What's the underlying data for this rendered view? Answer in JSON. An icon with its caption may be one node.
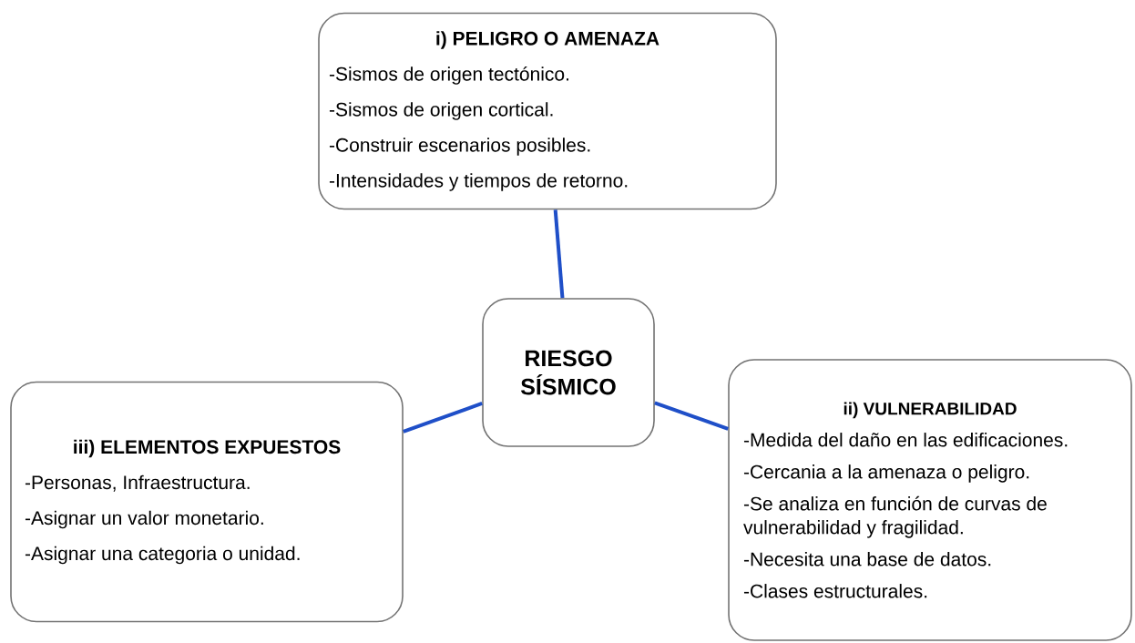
{
  "diagram": {
    "nodes": [
      {
        "text": [
          "i) PELIGRO O AMENAZA",
          "-Sismos de origen tectónico.",
          "-Sismos de origen cortical.",
          "-Construir escenarios posibles.",
          "-Intensidades y tiempos de retorno."
        ]
      },
      {
        "text": [
          "RIESGO SÍSMICO"
        ]
      },
      {
        "text": [
          "ii) VULNERABILIDAD",
          "-Medida del daño en las edificaciones.",
          "-Cercania a la amenaza o peligro.",
          "-Se analiza en función de curvas de vulnerabilidad y fragilidad.",
          "-Necesita una base de datos.",
          "-Clases estructurales."
        ]
      },
      {
        "text": [
          "iii) ELEMENTOS EXPUESTOS",
          "-Personas, Infraestructura.",
          "-Asignar un valor monetario.",
          "-Asignar una categoria o unidad."
        ]
      }
    ],
    "edges": [
      {
        "from": 1,
        "to": 0,
        "arrow": "none",
        "color": "#1f4fc8"
      },
      {
        "from": 1,
        "to": 3,
        "arrow": "none",
        "color": "#1f4fc8"
      },
      {
        "from": 1,
        "to": 2,
        "arrow": "none",
        "color": "#1f4fc8"
      }
    ]
  }
}
